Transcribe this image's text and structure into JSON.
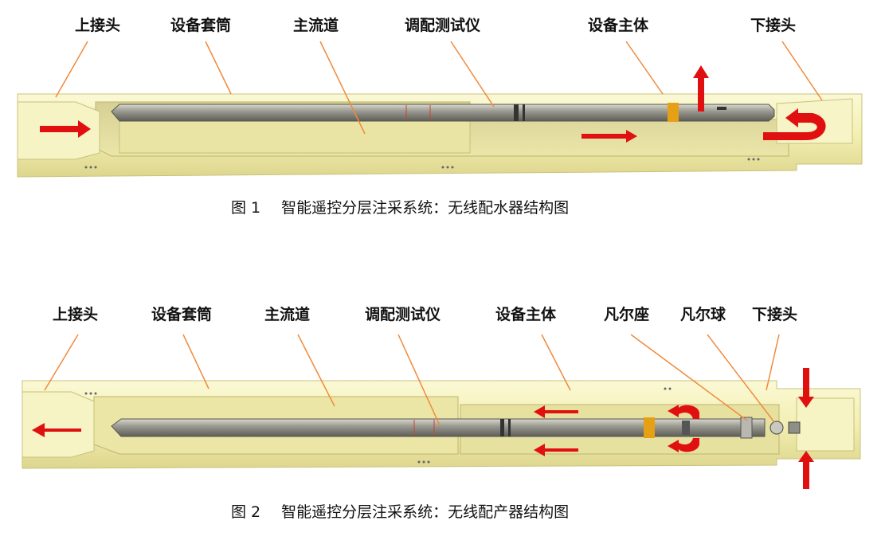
{
  "figure1": {
    "labels": [
      "上接头",
      "设备套筒",
      "主流道",
      "调配测试仪",
      "设备主体",
      "下接头"
    ],
    "caption_num": "图 1",
    "caption_text": "智能遥控分层注采系统：无线配水器结构图"
  },
  "figure2": {
    "labels": [
      "上接头",
      "设备套筒",
      "主流道",
      "调配测试仪",
      "设备主体",
      "凡尔座",
      "凡尔球",
      "下接头"
    ],
    "caption_num": "图 2",
    "caption_text": "智能遥控分层注采系统：无线配产器结构图"
  },
  "colors": {
    "housing": "#f3f0b4",
    "housing_dark": "#d9d38a",
    "rod": "#8c8c85",
    "arrow": "#e01010",
    "leader": "#f08a3c",
    "band": "#e6a015"
  }
}
